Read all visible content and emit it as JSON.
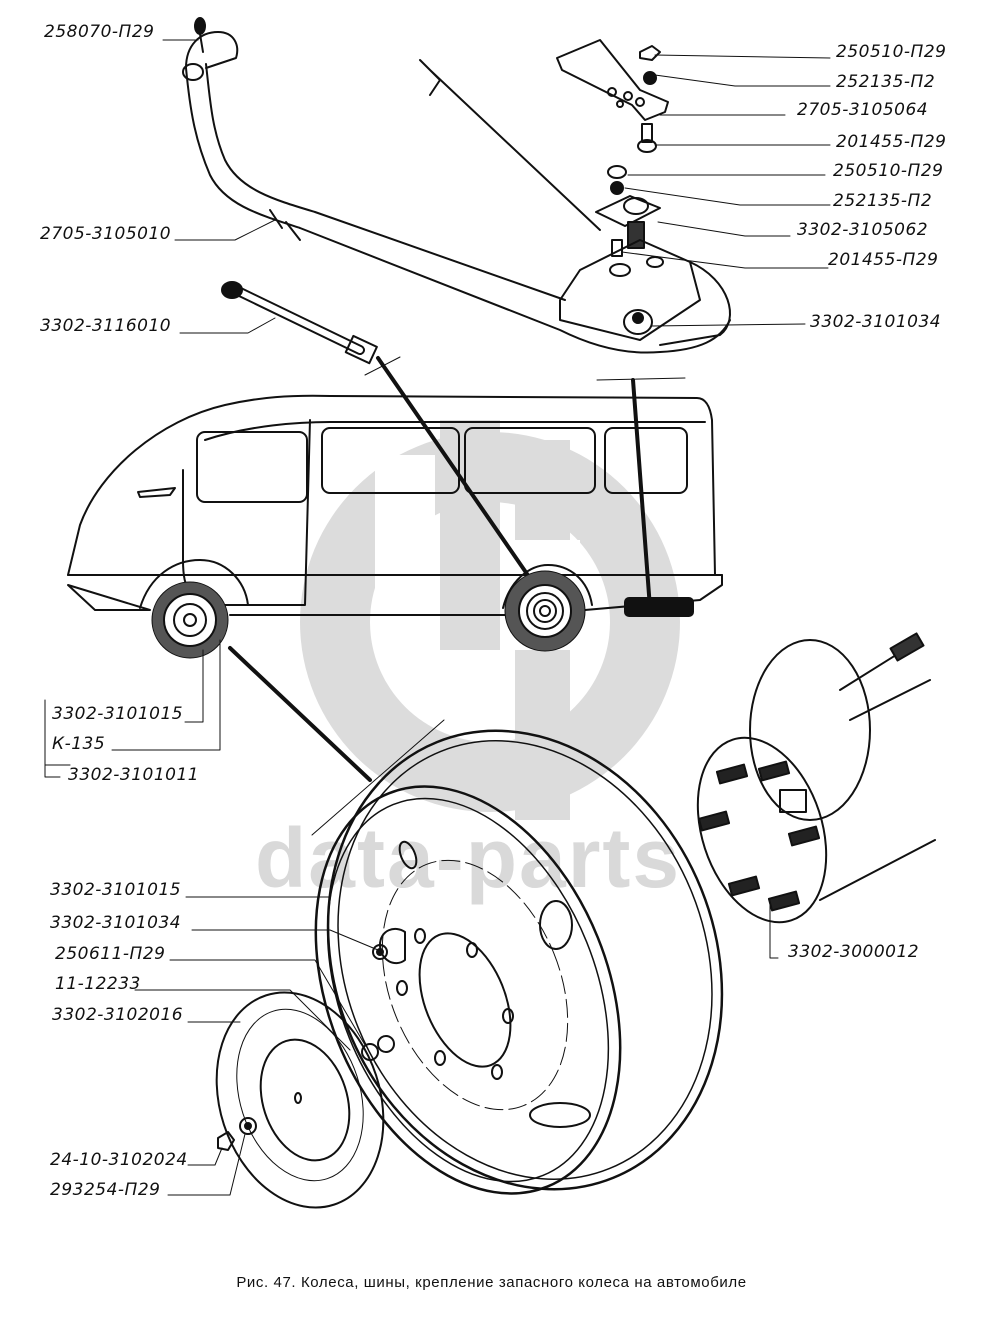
{
  "figure": {
    "caption": "Рис. 47. Колеса, шины, крепление запасного колеса на автомобиле",
    "watermark": "data-parts",
    "watermark_logo": "gp-logo",
    "colors": {
      "ink": "#111111",
      "watermark": "#d9d9d9",
      "background": "#ffffff"
    }
  },
  "labels": {
    "top_left": [
      {
        "id": "pin",
        "text": "258070-П29"
      },
      {
        "id": "holder_bar",
        "text": "2705-3105010"
      },
      {
        "id": "bolt_tool",
        "text": "3302-3116010"
      }
    ],
    "top_right": [
      {
        "id": "nut_1",
        "text": "250510-П29"
      },
      {
        "id": "washer_1",
        "text": "252135-П2"
      },
      {
        "id": "bracket",
        "text": "2705-3105064"
      },
      {
        "id": "bolt_1",
        "text": "201455-П29"
      },
      {
        "id": "nut_2",
        "text": "250510-П29"
      },
      {
        "id": "washer_2",
        "text": "252135-П2"
      },
      {
        "id": "plate",
        "text": "3302-3105062"
      },
      {
        "id": "bolt_2",
        "text": "201455-П29"
      },
      {
        "id": "wheel_nut_top",
        "text": "3302-3101034"
      }
    ],
    "middle_left": [
      {
        "id": "wheel_disc",
        "text": "3302-3101015"
      },
      {
        "id": "tire",
        "text": "К-135"
      },
      {
        "id": "wheel_assembly",
        "text": "3302-3101011"
      }
    ],
    "bottom_left": [
      {
        "id": "disc_2",
        "text": "3302-3101015"
      },
      {
        "id": "wheel_nut",
        "text": "3302-3101034"
      },
      {
        "id": "nut_3",
        "text": "250611-П29"
      },
      {
        "id": "washer_3",
        "text": "11-12233"
      },
      {
        "id": "cap",
        "text": "3302-3102016"
      },
      {
        "id": "cap_nut",
        "text": "24-10-3102024"
      },
      {
        "id": "cap_washer",
        "text": "293254-П29"
      }
    ],
    "bottom_right": [
      {
        "id": "hub",
        "text": "3302-3000012"
      }
    ]
  }
}
